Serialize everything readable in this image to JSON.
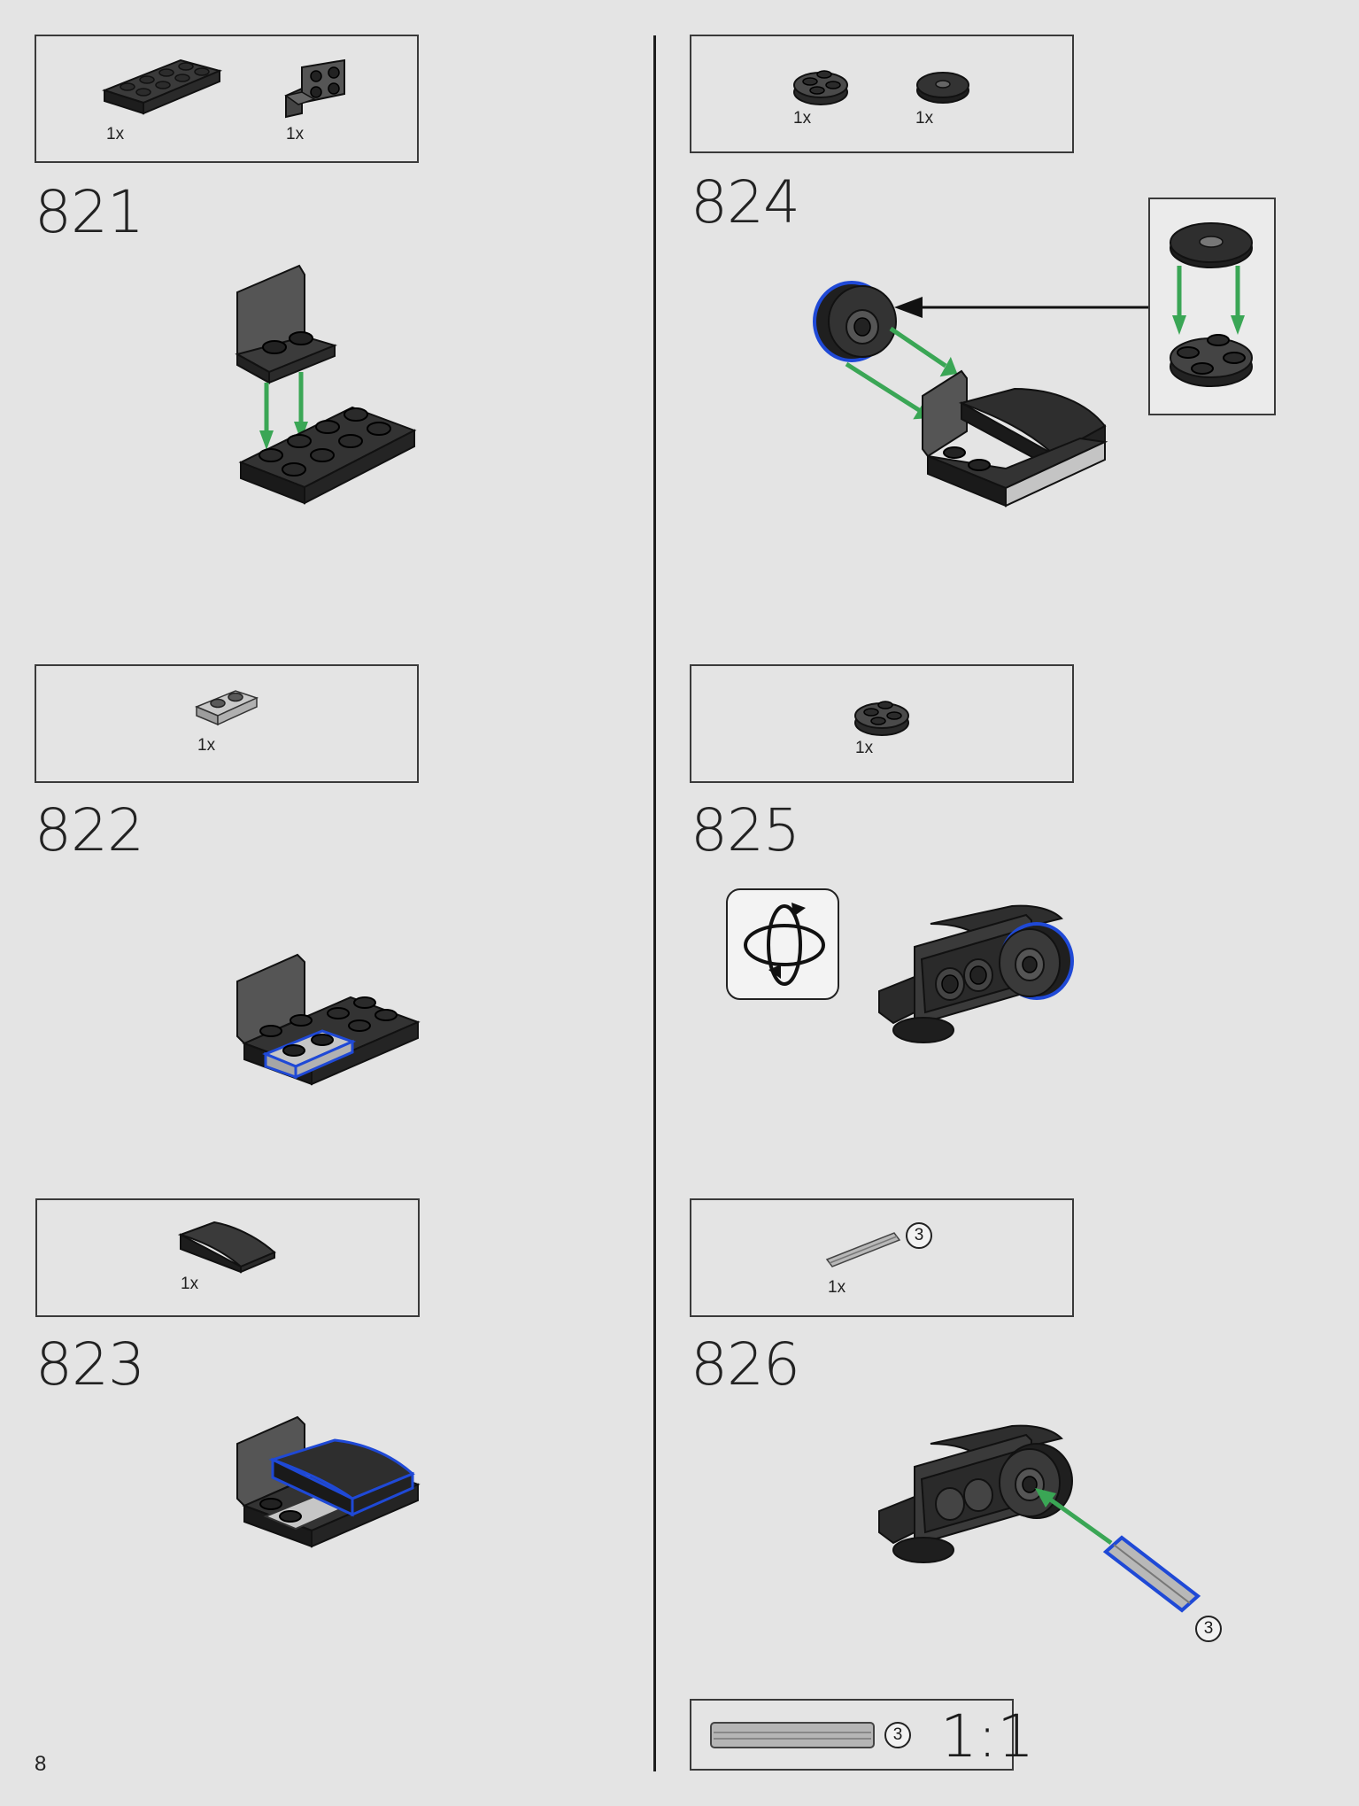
{
  "page": {
    "number": "8"
  },
  "steps": [
    {
      "number": "821",
      "parts": [
        {
          "qty": "1x",
          "name": "plate-2x4-black-icon"
        },
        {
          "qty": "1x",
          "name": "bracket-black-icon"
        }
      ]
    },
    {
      "number": "822",
      "parts": [
        {
          "qty": "1x",
          "name": "plate-1x2-lightgray-icon"
        }
      ]
    },
    {
      "number": "823",
      "parts": [
        {
          "qty": "1x",
          "name": "curved-slope-black-icon"
        }
      ]
    },
    {
      "number": "824",
      "parts": [
        {
          "qty": "1x",
          "name": "round-plate-2x2-black-icon"
        },
        {
          "qty": "1x",
          "name": "round-tile-2x2-hole-black-icon"
        }
      ]
    },
    {
      "number": "825",
      "parts": [
        {
          "qty": "1x",
          "name": "round-plate-2x2-black-icon"
        }
      ]
    },
    {
      "number": "826",
      "parts": [
        {
          "qty": "1x",
          "name": "axle-3-gray-icon",
          "length": "3"
        }
      ],
      "callout_length": "3"
    }
  ],
  "scale_ruler": {
    "length": "3",
    "label": "1:1"
  },
  "colors": {
    "background": "#e4e4e4",
    "brick_black": "#2b2b2b",
    "brick_gray": "#b8b8b8",
    "arrow_green": "#3aa655",
    "highlight_blue": "#1f49d6"
  }
}
